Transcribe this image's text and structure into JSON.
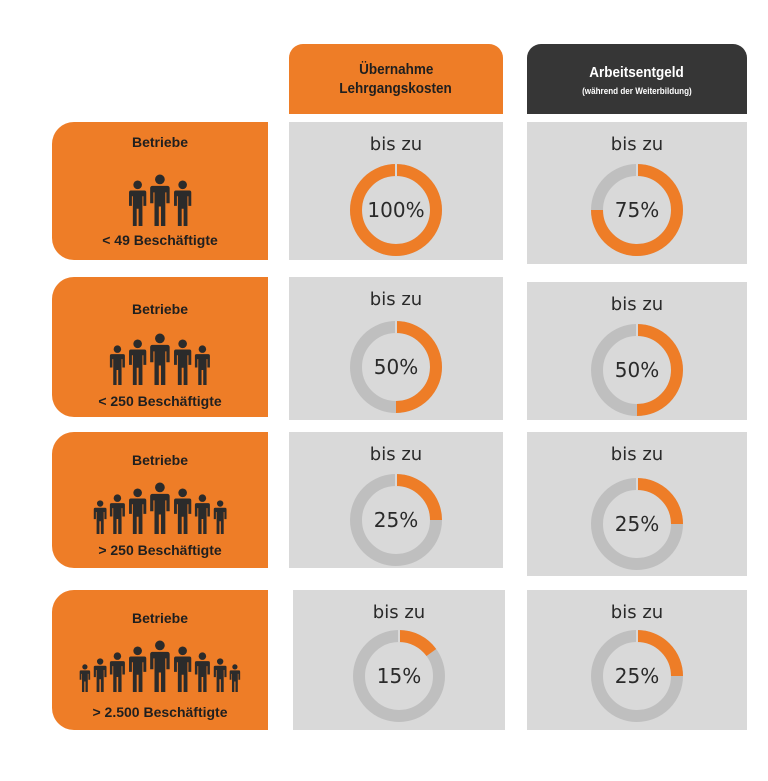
{
  "headers": {
    "col1": {
      "line1": "Übernahme",
      "line2": "Lehrgangskosten"
    },
    "col2": {
      "title": "Arbeitsentgeld",
      "subtitle": "(während der Weiterbildung)"
    }
  },
  "colors": {
    "accent": "#ee7d27",
    "dark": "#363636",
    "cell": "#d9d9d9",
    "ring_bg": "#bfbfbf"
  },
  "rows": [
    {
      "label_top": "Betriebe",
      "label_bottom": "< 49 Beschäftigte",
      "people_count": 3,
      "cost": {
        "prefix": "bis zu",
        "value": 100,
        "label": "100%"
      },
      "wage": {
        "prefix": "bis zu",
        "value": 75,
        "label": "75%"
      }
    },
    {
      "label_top": "Betriebe",
      "label_bottom": "< 250 Beschäftigte",
      "people_count": 5,
      "cost": {
        "prefix": "bis zu",
        "value": 50,
        "label": "50%"
      },
      "wage": {
        "prefix": "bis zu",
        "value": 50,
        "label": "50%"
      }
    },
    {
      "label_top": "Betriebe",
      "label_bottom": "> 250 Beschäftigte",
      "people_count": 7,
      "cost": {
        "prefix": "bis zu",
        "value": 25,
        "label": "25%"
      },
      "wage": {
        "prefix": "bis zu",
        "value": 25,
        "label": "25%"
      }
    },
    {
      "label_top": "Betriebe",
      "label_bottom": "> 2.500 Beschäftigte",
      "people_count": 9,
      "cost": {
        "prefix": "bis zu",
        "value": 15,
        "label": "15%"
      },
      "wage": {
        "prefix": "bis zu",
        "value": 25,
        "label": "25%"
      }
    }
  ]
}
